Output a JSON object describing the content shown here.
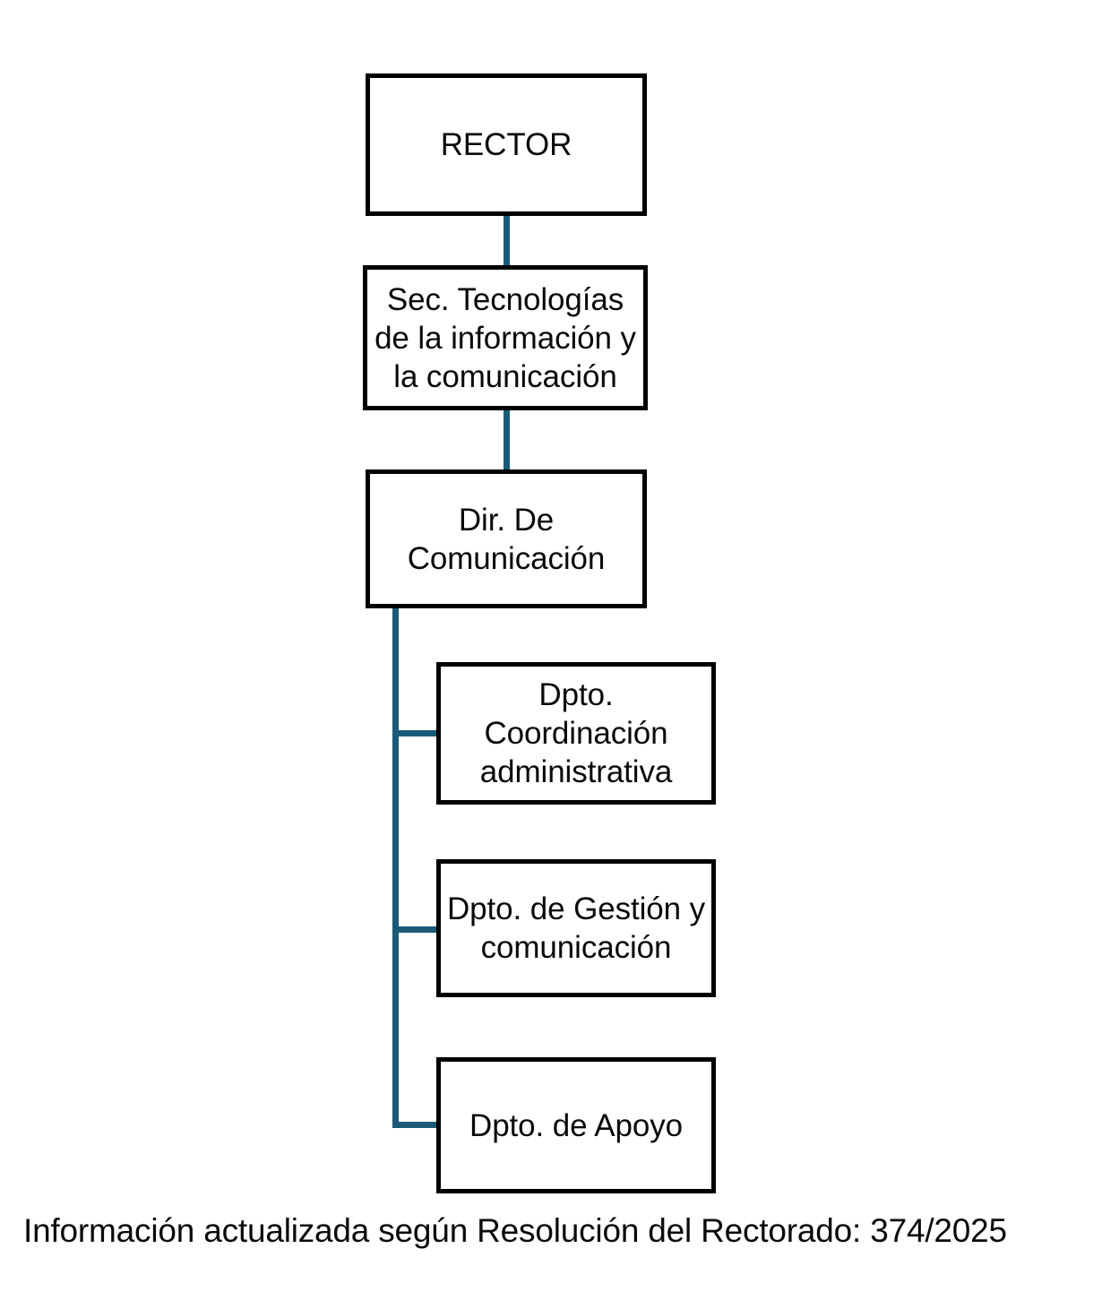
{
  "diagram": {
    "type": "organizational-chart",
    "orientation": "vertical",
    "background_color": "#ffffff",
    "box_border_color": "#000000",
    "connector_color": "#1b5a77",
    "text_color": "#0a0a0a",
    "nodes": [
      {
        "id": "rector",
        "label": "RECTOR",
        "level": 0
      },
      {
        "id": "secretaria",
        "label": "Sec. Tecnologías\nde la información y\nla comunicación",
        "level": 1
      },
      {
        "id": "direccion",
        "label": "Dir. De\nComunicación",
        "level": 2
      },
      {
        "id": "dpto-coord",
        "label": "Dpto.\nCoordinación\nadministrativa",
        "level": 3
      },
      {
        "id": "dpto-gest",
        "label": "Dpto. de Gestión y\ncomunicación",
        "level": 3
      },
      {
        "id": "dpto-apoyo",
        "label": "Dpto. de Apoyo",
        "level": 3
      }
    ],
    "edges": [
      {
        "from": "rector",
        "to": "secretaria",
        "style": "vertical"
      },
      {
        "from": "secretaria",
        "to": "direccion",
        "style": "vertical"
      },
      {
        "from": "direccion",
        "to": "dpto-coord",
        "style": "elbow"
      },
      {
        "from": "direccion",
        "to": "dpto-gest",
        "style": "elbow"
      },
      {
        "from": "direccion",
        "to": "dpto-apoyo",
        "style": "elbow"
      }
    ]
  },
  "footer": {
    "caption": "Información actualizada según Resolución del Rectorado: 374/2025"
  }
}
